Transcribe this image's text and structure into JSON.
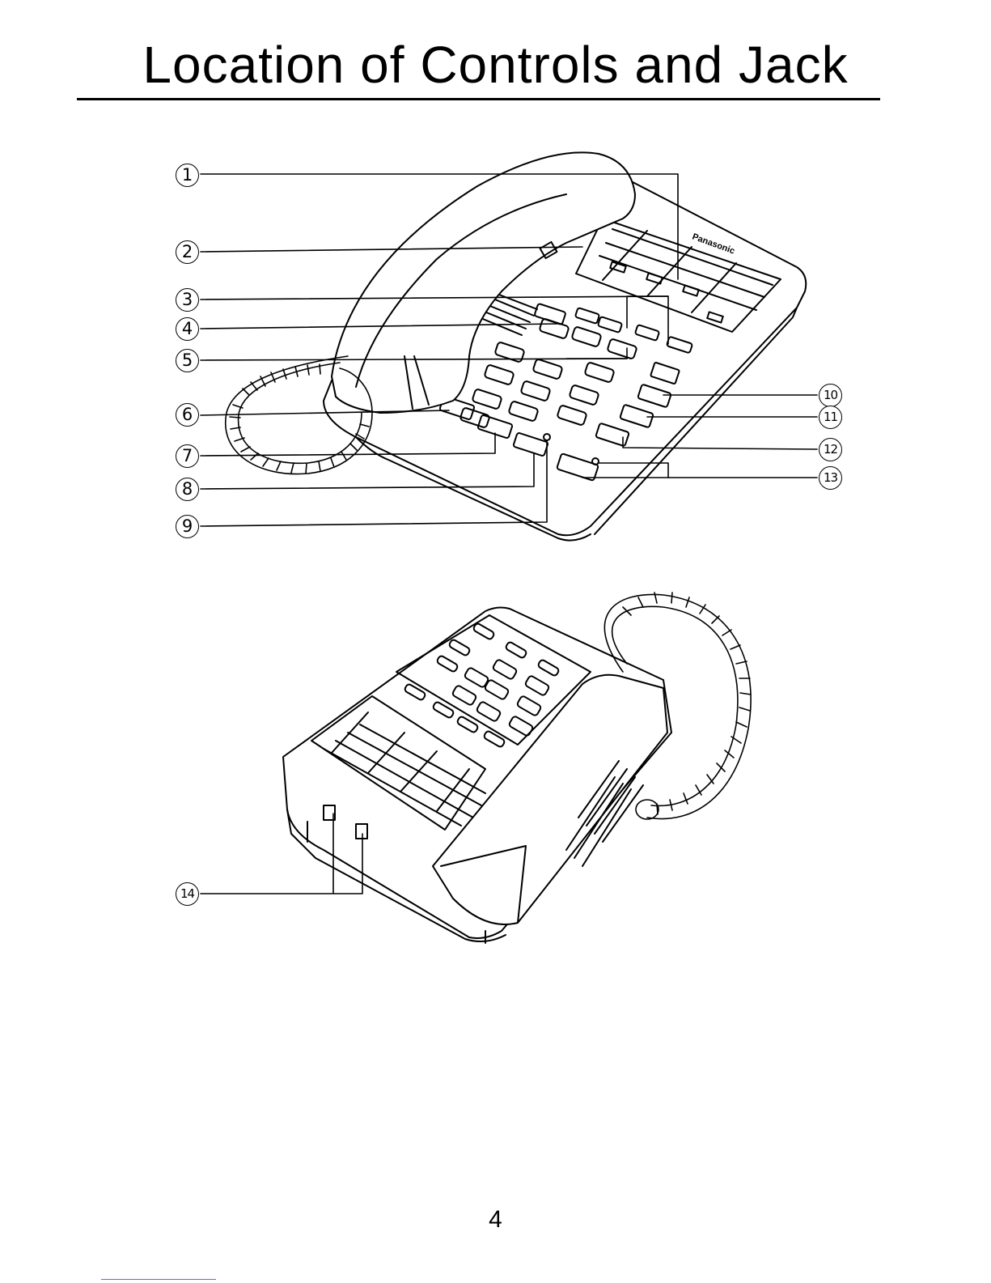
{
  "page": {
    "title": "Location of Controls and Jack",
    "page_number": "4"
  },
  "callouts": {
    "c1": "1",
    "c2": "2",
    "c3": "3",
    "c4": "4",
    "c5": "5",
    "c6": "6",
    "c7": "7",
    "c8": "8",
    "c9": "9",
    "c10": "10",
    "c11": "11",
    "c12": "12",
    "c13": "13",
    "c14": "14"
  },
  "brand": {
    "name": "Panasonic"
  }
}
